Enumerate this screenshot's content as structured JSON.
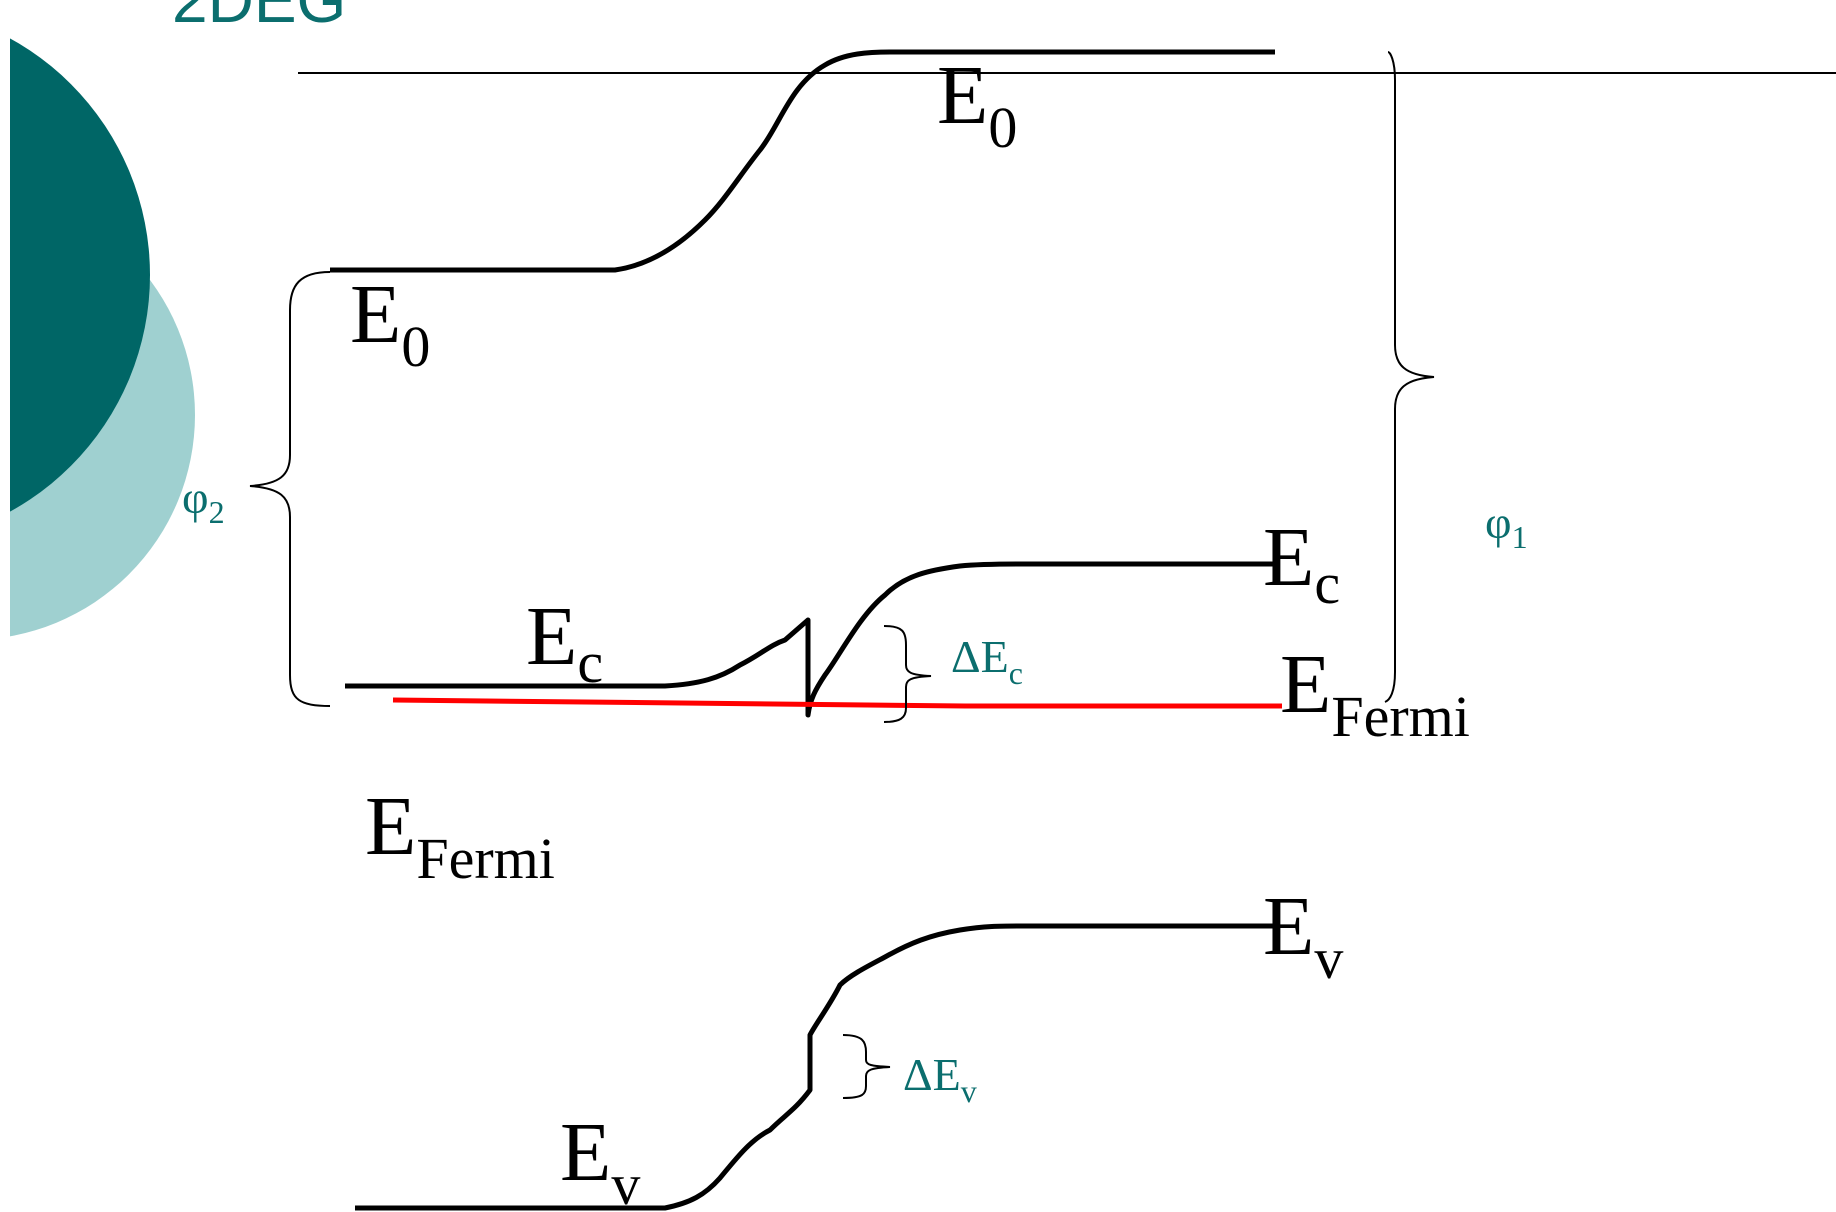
{
  "slide": {
    "title": "2DEG",
    "colors": {
      "teal_dark": "#006666",
      "teal_light": "#9fd0d0",
      "label_teal": "#0b6e6e",
      "fermi_line": "#ff0000"
    }
  },
  "labels": {
    "e0_left": {
      "main": "E",
      "sub": "0"
    },
    "e0_right": {
      "main": "E",
      "sub": "0"
    },
    "ec_left": {
      "main": "E",
      "sub": "c"
    },
    "ec_right": {
      "main": "E",
      "sub": "c"
    },
    "efermi_left": {
      "main": "E",
      "sub": "Fermi"
    },
    "efermi_right": {
      "main": "E",
      "sub": "Fermi"
    },
    "ev_left": {
      "main": "E",
      "sub": "v"
    },
    "ev_right": {
      "main": "E",
      "sub": "v"
    },
    "delta_ec": {
      "main": "ΔE",
      "sub": "c"
    },
    "delta_ev": {
      "main": "ΔE",
      "sub": "v"
    },
    "phi1": {
      "main": "φ",
      "sub": "1"
    },
    "phi2": {
      "main": "φ",
      "sub": "2"
    }
  }
}
